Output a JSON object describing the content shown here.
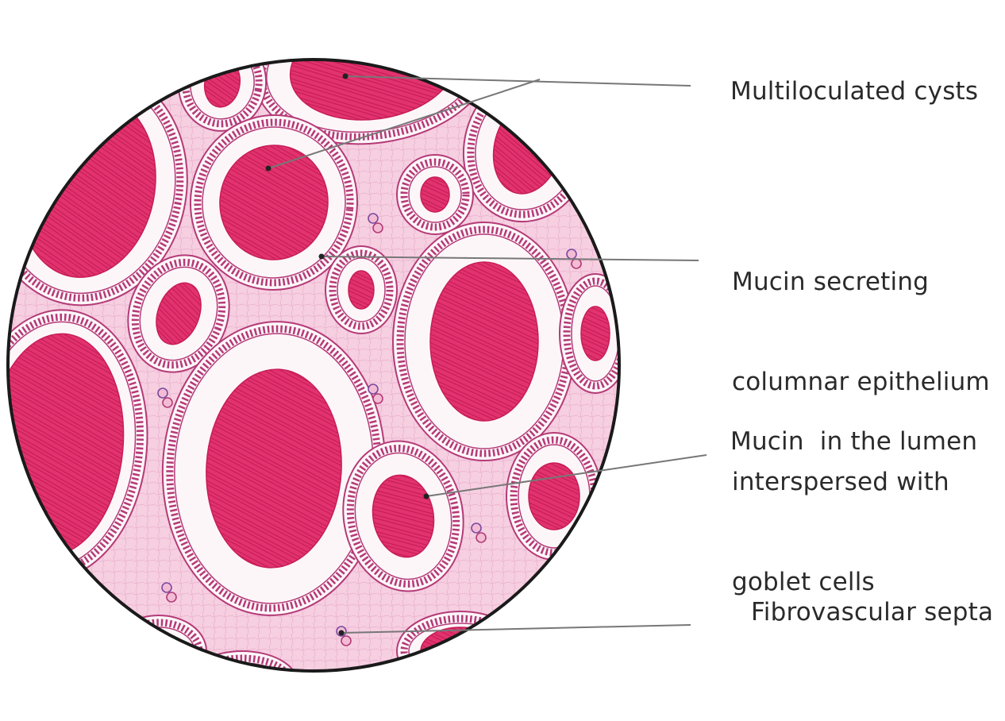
{
  "figure": {
    "labels": {
      "multiloculated_cysts": "Multiloculated cysts",
      "mucin_secreting_line1": "Mucin secreting",
      "mucin_secreting_line2": "columnar epithelium",
      "mucin_secreting_line3": "interspersed with",
      "mucin_secreting_line4": "goblet cells",
      "mucin_in_lumen": "Mucin  in the lumen",
      "fibrovascular_septa": "Fibrovascular septa"
    },
    "colors": {
      "background": "#ffffff",
      "stroma": "#f6cfe1",
      "mucin": "#e2336f",
      "mucin_dark": "#c81d58",
      "epithelium": "#b43a77",
      "lumen_space": "#fdf6f9",
      "circle_border": "#1a1a1a",
      "leader_line": "#777777",
      "text": "#2a2a2a"
    }
  }
}
